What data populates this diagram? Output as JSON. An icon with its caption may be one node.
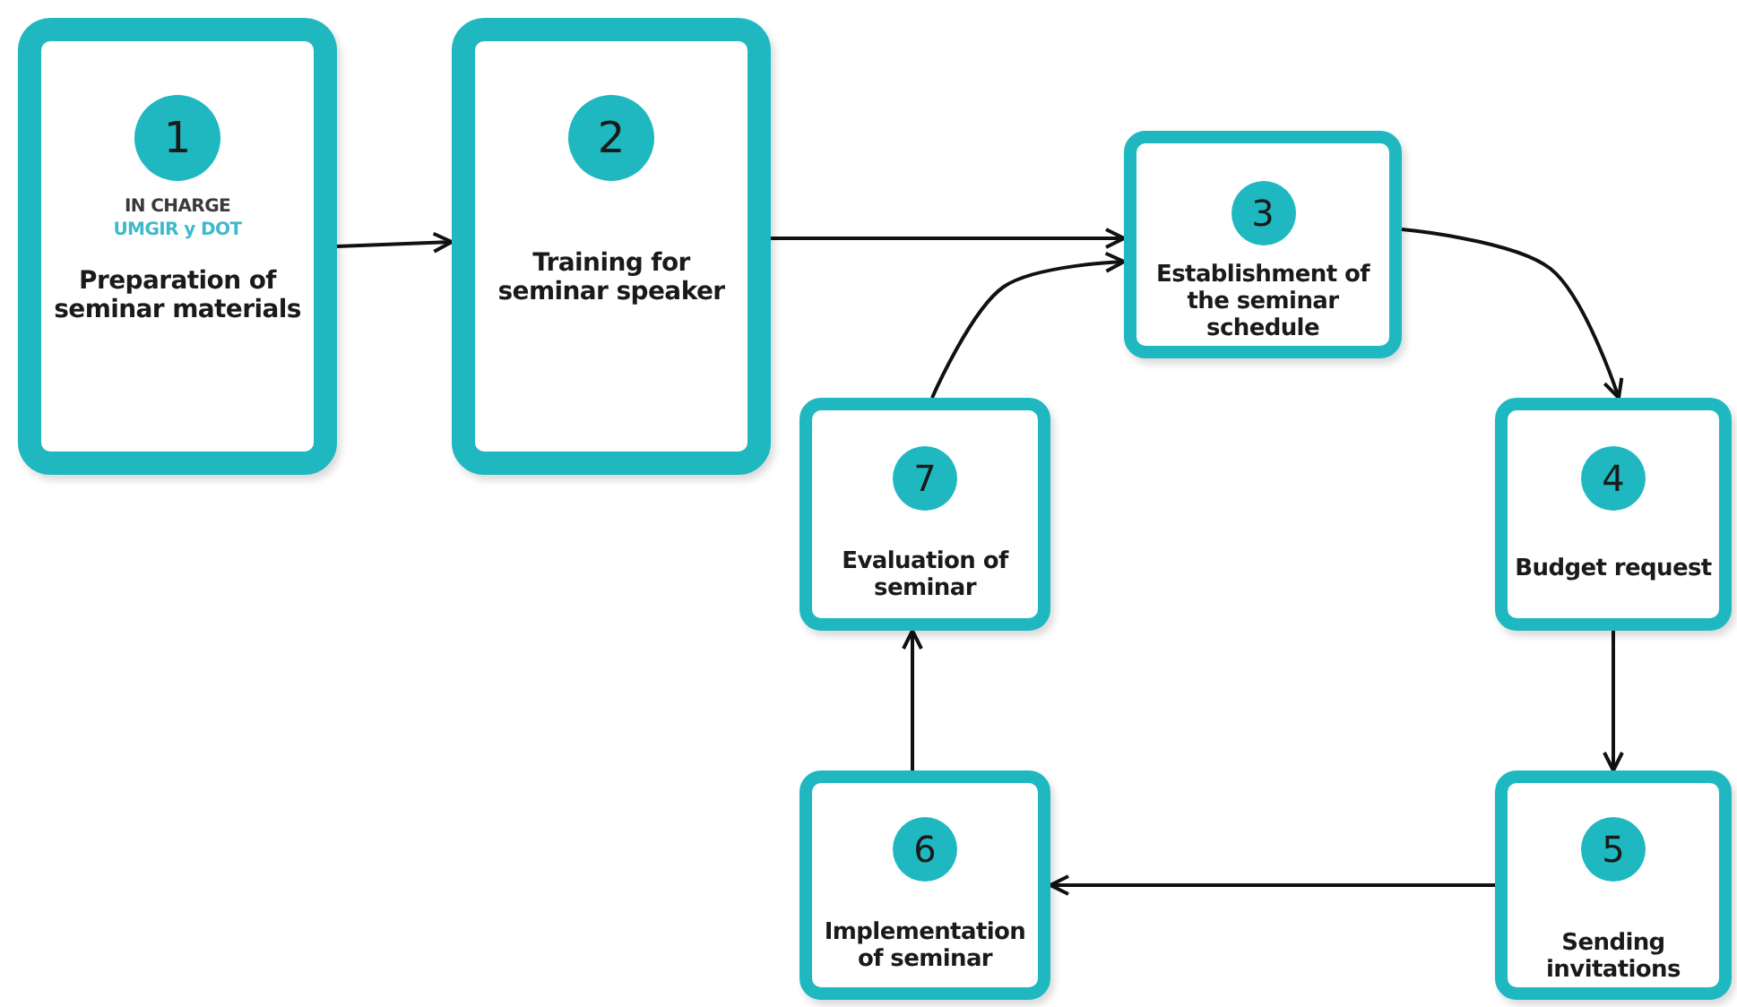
{
  "diagram": {
    "nodes": [
      {
        "text": [
          "1",
          "IN CHARGE",
          "UMGIR y DOT",
          "Preparation of seminar materials"
        ]
      },
      {
        "text": [
          "2",
          "Training for seminar speaker"
        ]
      },
      {
        "text": [
          "3",
          "Establishment of the seminar schedule"
        ]
      },
      {
        "text": [
          "4",
          "Budget request"
        ]
      },
      {
        "text": [
          "5",
          "Sending invitations"
        ]
      },
      {
        "text": [
          "6",
          "Implementation of seminar"
        ]
      },
      {
        "text": [
          "7",
          "Evaluation of seminar"
        ]
      }
    ],
    "edges": [
      {
        "from": 0,
        "to": 1,
        "arrow": "to"
      },
      {
        "from": 1,
        "to": 2,
        "arrow": "to"
      },
      {
        "from": 2,
        "to": 3,
        "arrow": "to"
      },
      {
        "from": 3,
        "to": 4,
        "arrow": "to"
      },
      {
        "from": 4,
        "to": 5,
        "arrow": "to"
      },
      {
        "from": 5,
        "to": 6,
        "arrow": "to"
      },
      {
        "from": 6,
        "to": 2,
        "arrow": "to"
      }
    ]
  }
}
